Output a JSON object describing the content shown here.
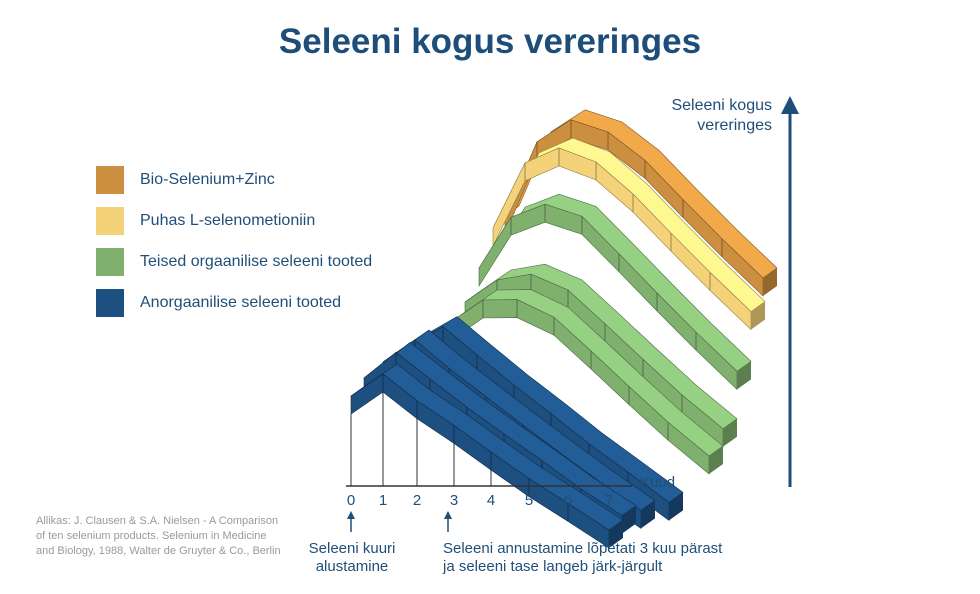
{
  "title": "Seleeni kogus vereringes",
  "legend": [
    {
      "label": "Bio-Selenium+Zinc",
      "color": "#cc8f3f"
    },
    {
      "label": "Puhas L-selenometioniin",
      "color": "#f3d27a"
    },
    {
      "label": "Teised orgaanilise seleeni tooted",
      "color": "#7fb06e"
    },
    {
      "label": "Anorgaanilise seleeni tooted",
      "color": "#1d4f80"
    }
  ],
  "ylabel_line1": "Seleeni kogus",
  "ylabel_line2": "vereringes",
  "annotation_start_line1": "Seleeni kuuri",
  "annotation_start_line2": "alustamine",
  "annotation_stop_line1": "Seleeni annustamine lõpetati 3 kuu pärast",
  "annotation_stop_line2": "ja seleeni tase langeb järk-järgult",
  "source_text": "Allikas: J. Clausen & S.A. Nielsen - A Comparison of ten selenium products. Selenium in Medicine and Biology, 1988, Walter de Gruyter & Co., Berlin",
  "chart_data": {
    "type": "area",
    "title": "Seleeni kogus vereringes",
    "xlabel": "Kuud",
    "ylabel": "Seleeni kogus vereringes",
    "x": [
      0,
      1,
      2,
      3,
      4,
      5,
      6,
      7
    ],
    "grid": false,
    "legend_position": "left",
    "series": [
      {
        "name": "Anorgaanilise seleeni tooted",
        "color": "#1d4f80",
        "values": [
          0.2,
          0.4,
          0.33,
          0.27,
          0.2,
          0.13,
          0.07,
          0.0
        ]
      },
      {
        "name": "Anorgaanilise seleeni tooted",
        "color": "#1d4f80",
        "values": [
          0.22,
          0.44,
          0.37,
          0.29,
          0.22,
          0.15,
          0.07,
          0.0
        ]
      },
      {
        "name": "Anorgaanilise seleeni tooted",
        "color": "#1d4f80",
        "values": [
          0.28,
          0.48,
          0.4,
          0.32,
          0.24,
          0.16,
          0.08,
          0.0
        ]
      },
      {
        "name": "Anorgaanilise seleeni tooted",
        "color": "#1d4f80",
        "values": [
          0.33,
          0.51,
          0.43,
          0.34,
          0.26,
          0.17,
          0.09,
          0.0
        ]
      },
      {
        "name": "Teised orgaanilise seleeni tooted",
        "color": "#7fb06e",
        "values": [
          0.32,
          0.52,
          0.6,
          0.58,
          0.47,
          0.35,
          0.23,
          0.12
        ]
      },
      {
        "name": "Teised orgaanilise seleeni tooted",
        "color": "#7fb06e",
        "values": [
          0.36,
          0.56,
          0.67,
          0.66,
          0.55,
          0.43,
          0.31,
          0.2
        ]
      },
      {
        "name": "Teised orgaanilise seleeni tooted",
        "color": "#7fb06e",
        "values": [
          0.38,
          0.74,
          0.89,
          0.9,
          0.77,
          0.63,
          0.49,
          0.35
        ]
      },
      {
        "name": "Puhas L-selenometioniin",
        "color": "#f3d27a",
        "values": [
          0.4,
          0.84,
          1.0,
          1.0,
          0.9,
          0.76,
          0.62,
          0.48
        ]
      },
      {
        "name": "Bio-Selenium+Zinc",
        "color": "#cc8f3f",
        "values": [
          0.41,
          0.9,
          1.1,
          1.11,
          1.03,
          0.89,
          0.75,
          0.61
        ]
      }
    ]
  }
}
